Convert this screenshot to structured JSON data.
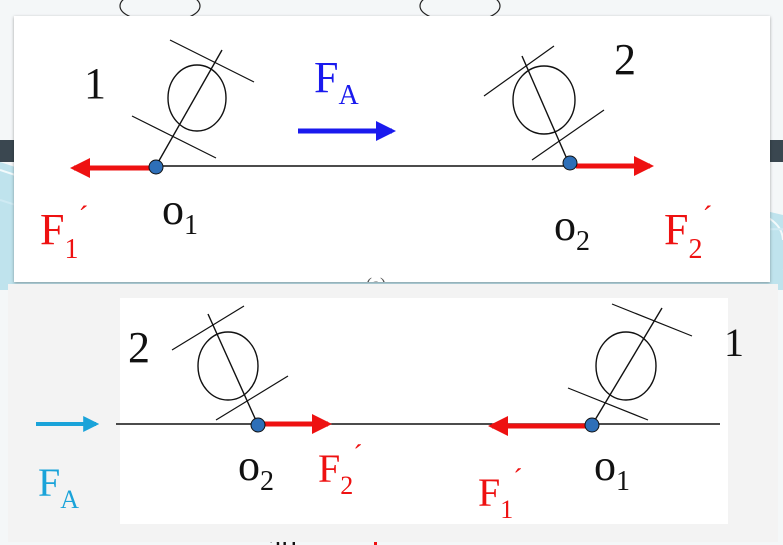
{
  "colors": {
    "force_red": "#ee1111",
    "force_blue": "#1a1aee",
    "force_cyan": "#1aa3d9",
    "pivot_blue": "#2e6fb8",
    "line_black": "#111111",
    "slide_teal": "#9bd6e6"
  },
  "diagram_a": {
    "label_left_body": "1",
    "label_right_body": "2",
    "force_main": {
      "letter": "F",
      "sub": "A"
    },
    "pivot_left": {
      "letter": "o",
      "sub": "1"
    },
    "pivot_right": {
      "letter": "o",
      "sub": "2"
    },
    "force_left": {
      "letter": "F",
      "sub": "1",
      "prime": "´"
    },
    "force_right": {
      "letter": "F",
      "sub": "2",
      "prime": "´"
    },
    "caption_fragment": "(a)"
  },
  "diagram_b": {
    "label_left_body": "2",
    "label_right_body": "1",
    "force_main": {
      "letter": "F",
      "sub": "A"
    },
    "pivot_left": {
      "letter": "o",
      "sub": "2"
    },
    "pivot_right": {
      "letter": "o",
      "sub": "1"
    },
    "force_left": {
      "letter": "F",
      "sub": "2",
      "prime": "´"
    },
    "force_right": {
      "letter": "F",
      "sub": "1",
      "prime": "´"
    }
  },
  "background_fragments": {
    "right_glyph": "'",
    "bottom_text": "atl"
  }
}
